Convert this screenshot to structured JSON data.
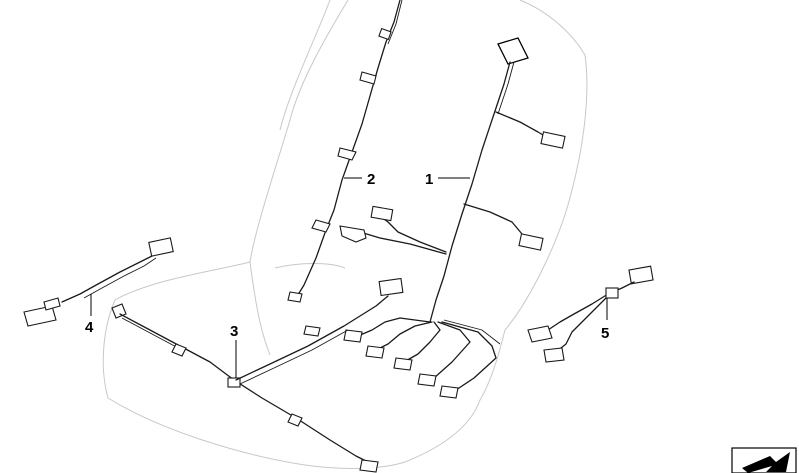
{
  "diagram": {
    "callouts": [
      {
        "id": "harness-main",
        "label": "1"
      },
      {
        "id": "harness-backrest",
        "label": "2"
      },
      {
        "id": "harness-cushion",
        "label": "3"
      },
      {
        "id": "adapter-lead-left",
        "label": "4"
      },
      {
        "id": "adapter-lead-right",
        "label": "5"
      }
    ],
    "colors": {
      "line": "#1a1a1a",
      "seat_outline": "#c8c8c8",
      "background": "#ffffff"
    },
    "icons": [
      "next-page-arrow-icon"
    ]
  }
}
